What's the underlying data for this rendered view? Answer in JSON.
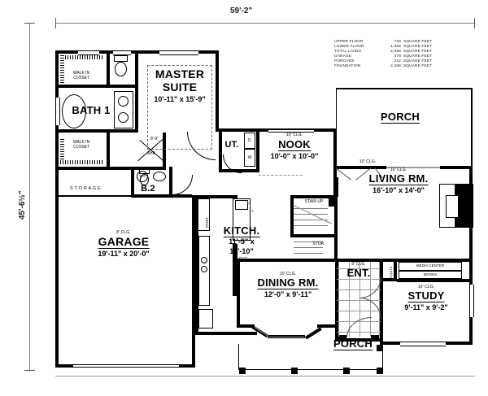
{
  "plan": {
    "overall_width": "59'-2\"",
    "overall_height": "45'-6½\""
  },
  "area_schedule": {
    "rows": [
      {
        "label": "UPPER FLOOR",
        "value": "730",
        "unit": "SQUARE FEET"
      },
      {
        "label": "LOWER FLOOR",
        "value": "1,368",
        "unit": "SQUARE FEET"
      },
      {
        "label": "TOTAL LIVING",
        "value": "2,098",
        "unit": "SQUARE FEET"
      },
      {
        "label": "GARAGE",
        "value": "478",
        "unit": "SQUARE FEET"
      },
      {
        "label": "PORCHES",
        "value": "242",
        "unit": "SQUARE FEET"
      },
      {
        "label": "FOUNDATION",
        "value": "2,288",
        "unit": "SQUARE FEET"
      }
    ]
  },
  "rooms": {
    "master_suite": {
      "name": "MASTER",
      "name2": "SUITE",
      "dim": "10'-11\" x 15'-9\"",
      "ceiling": "8'-9\""
    },
    "bath1": {
      "name": "BATH 1"
    },
    "closet_upper": {
      "name": "WALK IN",
      "name2": "CLOSET"
    },
    "closet_lower": {
      "name": "WALK IN",
      "name2": "CLOSET"
    },
    "shower": {
      "name": "SHR"
    },
    "utility": {
      "name": "UT."
    },
    "dryer": {
      "name": "D."
    },
    "washer": {
      "name": "W"
    },
    "nook": {
      "name": "NOOK",
      "dim": "10'-0\" x 10'-0\"",
      "ceiling": "10' CLG."
    },
    "porch_top": {
      "name": "PORCH",
      "ceiling": "10' CLG."
    },
    "living_room": {
      "name": "LIVING RM.",
      "dim": "16'-10\" x 14'-0\"",
      "ceiling": "10' CLG."
    },
    "storage_garage": {
      "name": "S T O R A G E"
    },
    "water_heater": {
      "name": "WH"
    },
    "bath2": {
      "name": "B.2"
    },
    "garage": {
      "name": "GARAGE",
      "dim": "19'-11\" x 20'-0\"",
      "ceiling": "8' CLG."
    },
    "pantry": {
      "name": "PANT."
    },
    "kitchen": {
      "name": "KITCH.",
      "dim1": "11'-5\" x",
      "dim2": "12'-10\"",
      "ceiling": "8' CLG."
    },
    "stair": {
      "name": "STAIR UP"
    },
    "stor": {
      "name": "STOR."
    },
    "dining_room": {
      "name": "DINING RM.",
      "dim": "12'-0\" x 9'-11\"",
      "ceiling": "10' CLG."
    },
    "entry": {
      "name": "ENT.",
      "ceiling": "9' CLG."
    },
    "study": {
      "name": "STUDY",
      "dim": "9'-11\" x 9'-2\"",
      "ceiling": "10' CLG."
    },
    "media_center": {
      "name": "MEDIA CENTER"
    },
    "books": {
      "name": "BOOKS"
    },
    "coats": {
      "name": "COATS"
    },
    "porch_bottom": {
      "name": "PORCH"
    }
  }
}
